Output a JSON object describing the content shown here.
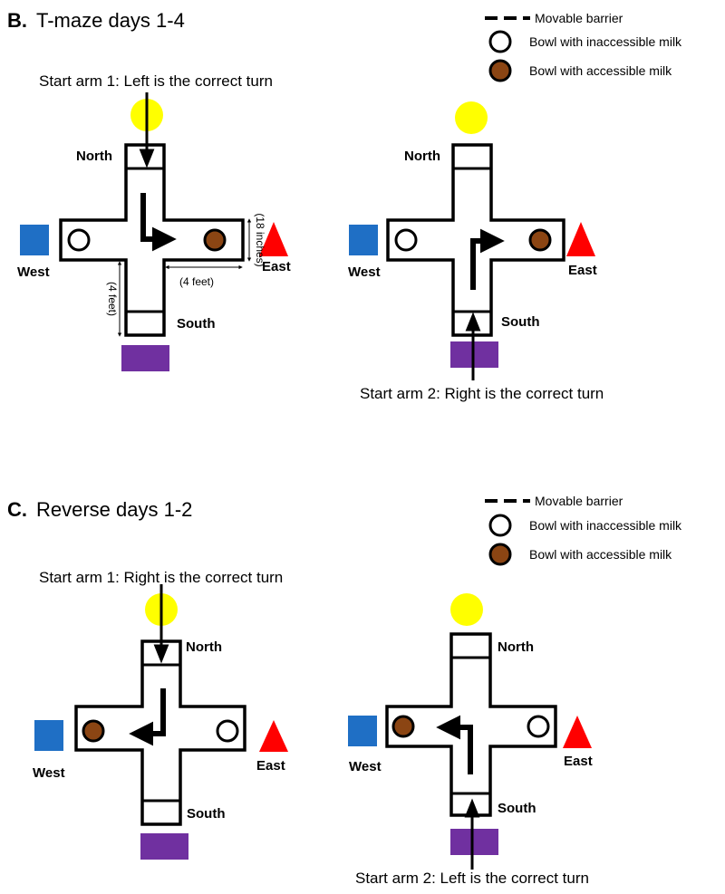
{
  "legend": {
    "barrier": "Movable barrier",
    "inaccessible": "Bowl with inaccessible milk",
    "accessible": "Bowl with accessible milk"
  },
  "section_b": {
    "letter": "B.",
    "title": "T-maze days 1-4",
    "arm1_caption": "Start arm 1: Left is the correct turn",
    "arm2_caption": "Start arm 2: Right is the correct turn"
  },
  "section_c": {
    "letter": "C.",
    "title": "Reverse days 1-2",
    "arm1_caption": "Start arm 1: Right is the correct turn",
    "arm2_caption": "Start arm 2: Left is the correct turn"
  },
  "directions": {
    "north": "North",
    "south": "South",
    "east": "East",
    "west": "West"
  },
  "dimensions": {
    "width": "(18 inches)",
    "arm_length": "(4 feet)",
    "start_arm_length": "(4 feet)"
  },
  "colors": {
    "north_cue": "#ffff00",
    "west_cue": "#1f6fc5",
    "east_cue": "#ff0000",
    "south_cue": "#7030a0",
    "milk_bowl": "#8b4513"
  }
}
